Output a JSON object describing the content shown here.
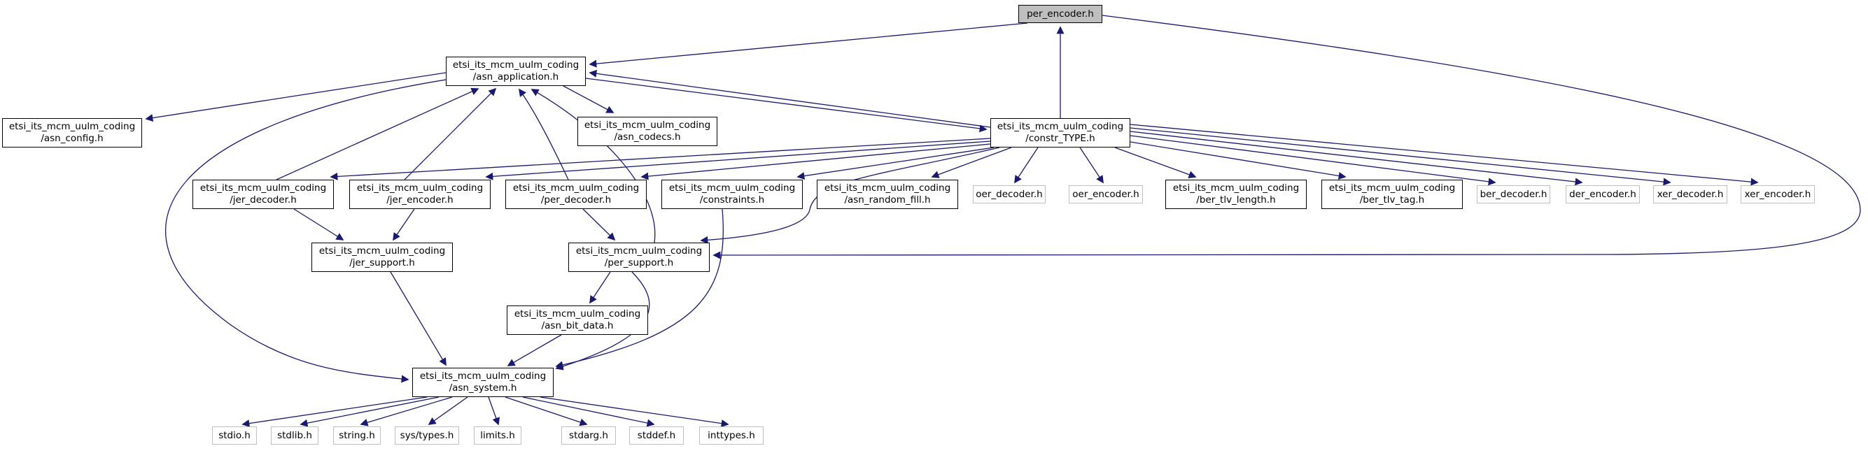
{
  "diagram": {
    "kind": "include-dependency-graph",
    "nodes": [
      {
        "id": "per_encoder",
        "style": "current",
        "lines": [
          "per_encoder.h"
        ]
      },
      {
        "id": "asn_application",
        "style": "internal",
        "lines": [
          "etsi_its_mcm_uulm_coding",
          "/asn_application.h"
        ]
      },
      {
        "id": "asn_config",
        "style": "internal",
        "lines": [
          "etsi_its_mcm_uulm_coding",
          "/asn_config.h"
        ]
      },
      {
        "id": "asn_codecs",
        "style": "internal",
        "lines": [
          "etsi_its_mcm_uulm_coding",
          "/asn_codecs.h"
        ]
      },
      {
        "id": "constr_TYPE",
        "style": "internal",
        "lines": [
          "etsi_its_mcm_uulm_coding",
          "/constr_TYPE.h"
        ]
      },
      {
        "id": "jer_decoder",
        "style": "internal",
        "lines": [
          "etsi_its_mcm_uulm_coding",
          "/jer_decoder.h"
        ]
      },
      {
        "id": "jer_encoder",
        "style": "internal",
        "lines": [
          "etsi_its_mcm_uulm_coding",
          "/jer_encoder.h"
        ]
      },
      {
        "id": "per_decoder",
        "style": "internal",
        "lines": [
          "etsi_its_mcm_uulm_coding",
          "/per_decoder.h"
        ]
      },
      {
        "id": "constraints",
        "style": "internal",
        "lines": [
          "etsi_its_mcm_uulm_coding",
          "/constraints.h"
        ]
      },
      {
        "id": "asn_random_fill",
        "style": "internal",
        "lines": [
          "etsi_its_mcm_uulm_coding",
          "/asn_random_fill.h"
        ]
      },
      {
        "id": "oer_decoder",
        "style": "external",
        "lines": [
          "oer_decoder.h"
        ]
      },
      {
        "id": "oer_encoder",
        "style": "external",
        "lines": [
          "oer_encoder.h"
        ]
      },
      {
        "id": "ber_tlv_length",
        "style": "internal",
        "lines": [
          "etsi_its_mcm_uulm_coding",
          "/ber_tlv_length.h"
        ]
      },
      {
        "id": "ber_tlv_tag",
        "style": "internal",
        "lines": [
          "etsi_its_mcm_uulm_coding",
          "/ber_tlv_tag.h"
        ]
      },
      {
        "id": "ber_decoder",
        "style": "external",
        "lines": [
          "ber_decoder.h"
        ]
      },
      {
        "id": "der_encoder",
        "style": "external",
        "lines": [
          "der_encoder.h"
        ]
      },
      {
        "id": "xer_decoder",
        "style": "external",
        "lines": [
          "xer_decoder.h"
        ]
      },
      {
        "id": "xer_encoder",
        "style": "external",
        "lines": [
          "xer_encoder.h"
        ]
      },
      {
        "id": "jer_support",
        "style": "internal",
        "lines": [
          "etsi_its_mcm_uulm_coding",
          "/jer_support.h"
        ]
      },
      {
        "id": "per_support",
        "style": "internal",
        "lines": [
          "etsi_its_mcm_uulm_coding",
          "/per_support.h"
        ]
      },
      {
        "id": "asn_bit_data",
        "style": "internal",
        "lines": [
          "etsi_its_mcm_uulm_coding",
          "/asn_bit_data.h"
        ]
      },
      {
        "id": "asn_system",
        "style": "internal",
        "lines": [
          "etsi_its_mcm_uulm_coding",
          "/asn_system.h"
        ]
      },
      {
        "id": "stdio",
        "style": "external",
        "lines": [
          "stdio.h"
        ]
      },
      {
        "id": "stdlib",
        "style": "external",
        "lines": [
          "stdlib.h"
        ]
      },
      {
        "id": "string",
        "style": "external",
        "lines": [
          "string.h"
        ]
      },
      {
        "id": "sys_types",
        "style": "external",
        "lines": [
          "sys/types.h"
        ]
      },
      {
        "id": "limits",
        "style": "external",
        "lines": [
          "limits.h"
        ]
      },
      {
        "id": "stdarg",
        "style": "external",
        "lines": [
          "stdarg.h"
        ]
      },
      {
        "id": "stddef",
        "style": "external",
        "lines": [
          "stddef.h"
        ]
      },
      {
        "id": "inttypes",
        "style": "external",
        "lines": [
          "inttypes.h"
        ]
      }
    ],
    "edges": [
      {
        "from": "constr_TYPE",
        "to": "per_encoder"
      },
      {
        "from": "per_encoder",
        "to": "asn_application"
      },
      {
        "from": "constr_TYPE",
        "to": "asn_application"
      },
      {
        "from": "per_encoder",
        "to": "per_support"
      },
      {
        "from": "asn_application",
        "to": "asn_config"
      },
      {
        "from": "asn_application",
        "to": "asn_codecs"
      },
      {
        "from": "asn_application",
        "to": "constr_TYPE"
      },
      {
        "from": "asn_application",
        "to": "asn_system"
      },
      {
        "from": "jer_decoder",
        "to": "asn_application"
      },
      {
        "from": "jer_encoder",
        "to": "asn_application"
      },
      {
        "from": "per_decoder",
        "to": "asn_application"
      },
      {
        "from": "per_support",
        "to": "asn_application"
      },
      {
        "from": "constr_TYPE",
        "to": "jer_decoder"
      },
      {
        "from": "constr_TYPE",
        "to": "jer_encoder"
      },
      {
        "from": "constr_TYPE",
        "to": "per_decoder"
      },
      {
        "from": "constr_TYPE",
        "to": "constraints"
      },
      {
        "from": "constr_TYPE",
        "to": "asn_random_fill"
      },
      {
        "from": "constr_TYPE",
        "to": "oer_decoder"
      },
      {
        "from": "constr_TYPE",
        "to": "oer_encoder"
      },
      {
        "from": "constr_TYPE",
        "to": "ber_tlv_length"
      },
      {
        "from": "constr_TYPE",
        "to": "ber_tlv_tag"
      },
      {
        "from": "constr_TYPE",
        "to": "ber_decoder"
      },
      {
        "from": "constr_TYPE",
        "to": "der_encoder"
      },
      {
        "from": "constr_TYPE",
        "to": "xer_decoder"
      },
      {
        "from": "constr_TYPE",
        "to": "xer_encoder"
      },
      {
        "from": "jer_decoder",
        "to": "jer_support"
      },
      {
        "from": "jer_encoder",
        "to": "jer_support"
      },
      {
        "from": "per_decoder",
        "to": "per_support"
      },
      {
        "from": "constr_TYPE",
        "to": "per_support"
      },
      {
        "from": "per_support",
        "to": "asn_bit_data"
      },
      {
        "from": "per_support",
        "to": "asn_system"
      },
      {
        "from": "asn_bit_data",
        "to": "asn_system"
      },
      {
        "from": "constraints",
        "to": "asn_system"
      },
      {
        "from": "jer_support",
        "to": "asn_system"
      },
      {
        "from": "asn_system",
        "to": "stdio"
      },
      {
        "from": "asn_system",
        "to": "stdlib"
      },
      {
        "from": "asn_system",
        "to": "string"
      },
      {
        "from": "asn_system",
        "to": "sys_types"
      },
      {
        "from": "asn_system",
        "to": "limits"
      },
      {
        "from": "asn_system",
        "to": "stdarg"
      },
      {
        "from": "asn_system",
        "to": "stddef"
      },
      {
        "from": "asn_system",
        "to": "inttypes"
      }
    ],
    "colors": {
      "edge": "#191970",
      "node_border": "#000000",
      "external_border": "#bfbfbf",
      "current_fill": "#bfbfbf",
      "background": "#ffffff",
      "text": "#000000"
    }
  }
}
